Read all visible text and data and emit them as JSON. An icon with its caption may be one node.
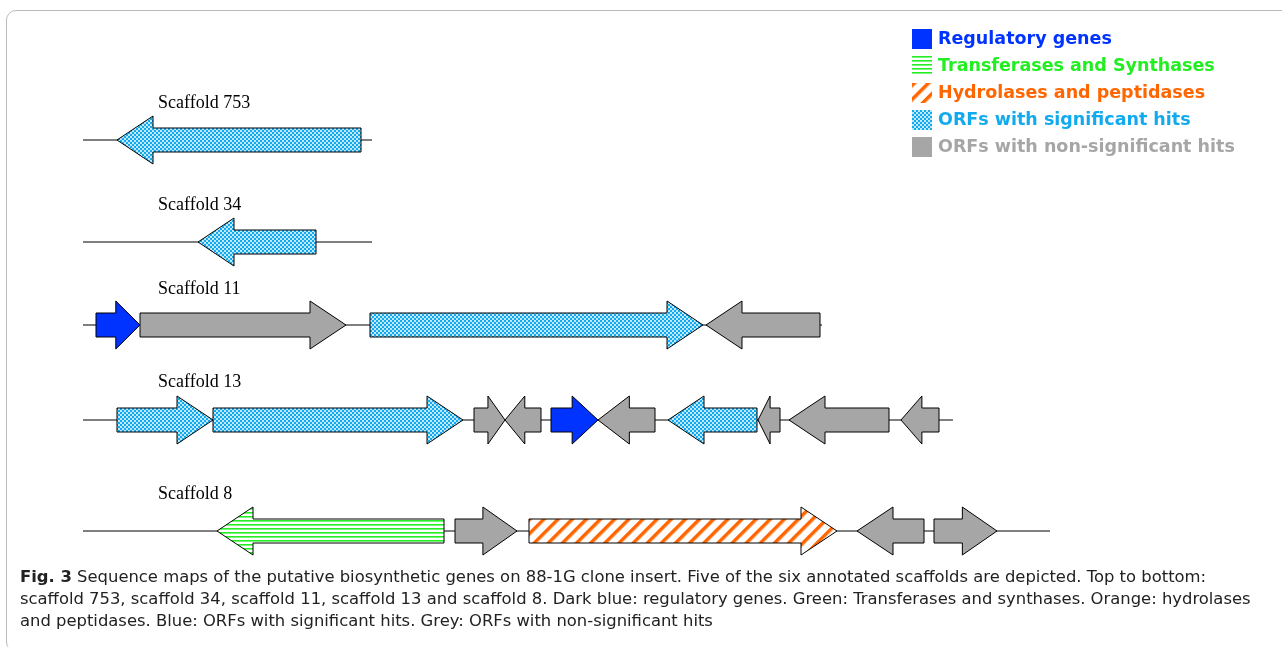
{
  "diagram": {
    "caption": "**Fig. 3**  Sequence maps of the putative biosynthetic genes on 88-1G clone insert. Five of the six annotated scaffolds are depicted. Top to bottom: scaffold 753, scaffold 34, scaffold 11, scaffold 13 and scaffold 8. Dark blue: regulatory genes. Green: Transferases and synthases. Orange: hydrolases and peptidases. Blue: ORFs with significant hits. Grey: ORFs with non-significant hits",
    "labels": [
      "Scaffold 753",
      "Scaffold 34",
      "Scaffold 11",
      "Scaffold 13",
      "Scaffold 8"
    ],
    "legend": [
      {
        "text": "Regulatory genes",
        "color": "#0033ff"
      },
      {
        "text": "Transferases and Synthases",
        "color": "#22ee22"
      },
      {
        "text": "Hydrolases and peptidases",
        "color": "#ff6600"
      },
      {
        "text": "ORFs with significant hits",
        "color": "#11aaee"
      },
      {
        "text": "ORFs with non-significant hits",
        "color": "#a6a6a6"
      }
    ]
  }
}
